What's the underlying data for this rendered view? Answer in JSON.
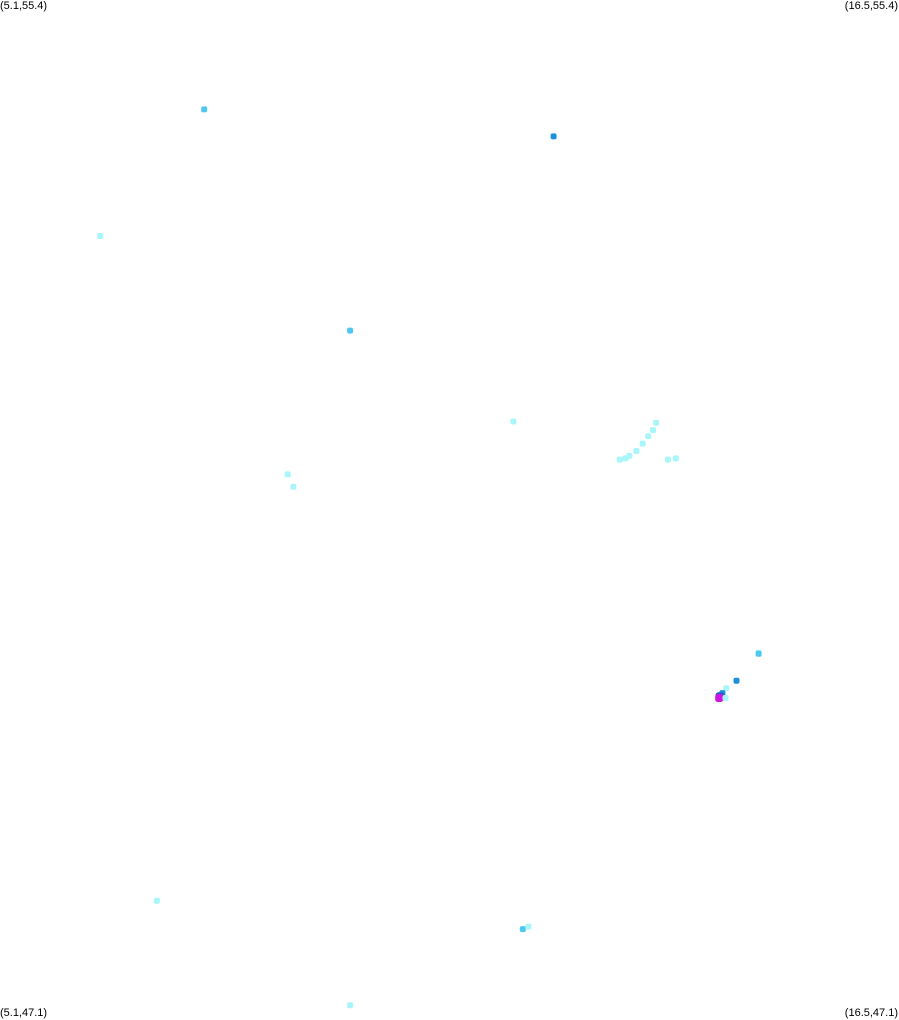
{
  "corners": {
    "top_left": "(5.1,55.4)",
    "top_right": "(16.5,55.4)",
    "bottom_left": "(5.1,47.1)",
    "bottom_right": "(16.5,47.1)"
  },
  "bounds": {
    "lon_min": 5.1,
    "lon_max": 16.5,
    "lat_min": 47.1,
    "lat_max": 55.4
  },
  "palette": {
    "light": "#a8f6fa",
    "medium": "#4ec8f0",
    "strong": "#1c90dc",
    "deep": "#2060c8",
    "peak": "#d014e0"
  },
  "cells": [
    {
      "lon": 7.69,
      "lat": 54.51,
      "level": "medium"
    },
    {
      "lon": 12.12,
      "lat": 54.29,
      "level": "strong"
    },
    {
      "lon": 6.37,
      "lat": 53.48,
      "level": "light"
    },
    {
      "lon": 9.54,
      "lat": 52.71,
      "level": "medium"
    },
    {
      "lon": 11.61,
      "lat": 51.97,
      "level": "light"
    },
    {
      "lon": 13.42,
      "lat": 51.96,
      "level": "light"
    },
    {
      "lon": 13.38,
      "lat": 51.9,
      "level": "light"
    },
    {
      "lon": 13.32,
      "lat": 51.85,
      "level": "light"
    },
    {
      "lon": 13.25,
      "lat": 51.79,
      "level": "light"
    },
    {
      "lon": 13.17,
      "lat": 51.73,
      "level": "light"
    },
    {
      "lon": 13.08,
      "lat": 51.69,
      "level": "light"
    },
    {
      "lon": 13.03,
      "lat": 51.67,
      "level": "light"
    },
    {
      "lon": 12.96,
      "lat": 51.66,
      "level": "light"
    },
    {
      "lon": 13.57,
      "lat": 51.66,
      "level": "light"
    },
    {
      "lon": 13.67,
      "lat": 51.67,
      "level": "light"
    },
    {
      "lon": 8.75,
      "lat": 51.54,
      "level": "light"
    },
    {
      "lon": 8.82,
      "lat": 51.44,
      "level": "light"
    },
    {
      "lon": 14.72,
      "lat": 50.09,
      "level": "light"
    },
    {
      "lon": 14.72,
      "lat": 50.08,
      "level": "medium"
    },
    {
      "lon": 14.44,
      "lat": 49.86,
      "level": "strong"
    },
    {
      "lon": 14.31,
      "lat": 49.8,
      "level": "light"
    },
    {
      "lon": 14.26,
      "lat": 49.76,
      "level": "strong"
    },
    {
      "lon": 14.23,
      "lat": 49.73,
      "level": "deep"
    },
    {
      "lon": 14.22,
      "lat": 49.72,
      "level": "peak"
    },
    {
      "lon": 14.3,
      "lat": 49.72,
      "level": "light"
    },
    {
      "lon": 7.09,
      "lat": 48.07,
      "level": "light"
    },
    {
      "lon": 11.73,
      "lat": 47.84,
      "level": "medium"
    },
    {
      "lon": 11.8,
      "lat": 47.86,
      "level": "light"
    },
    {
      "lon": 9.54,
      "lat": 47.22,
      "level": "light"
    }
  ]
}
